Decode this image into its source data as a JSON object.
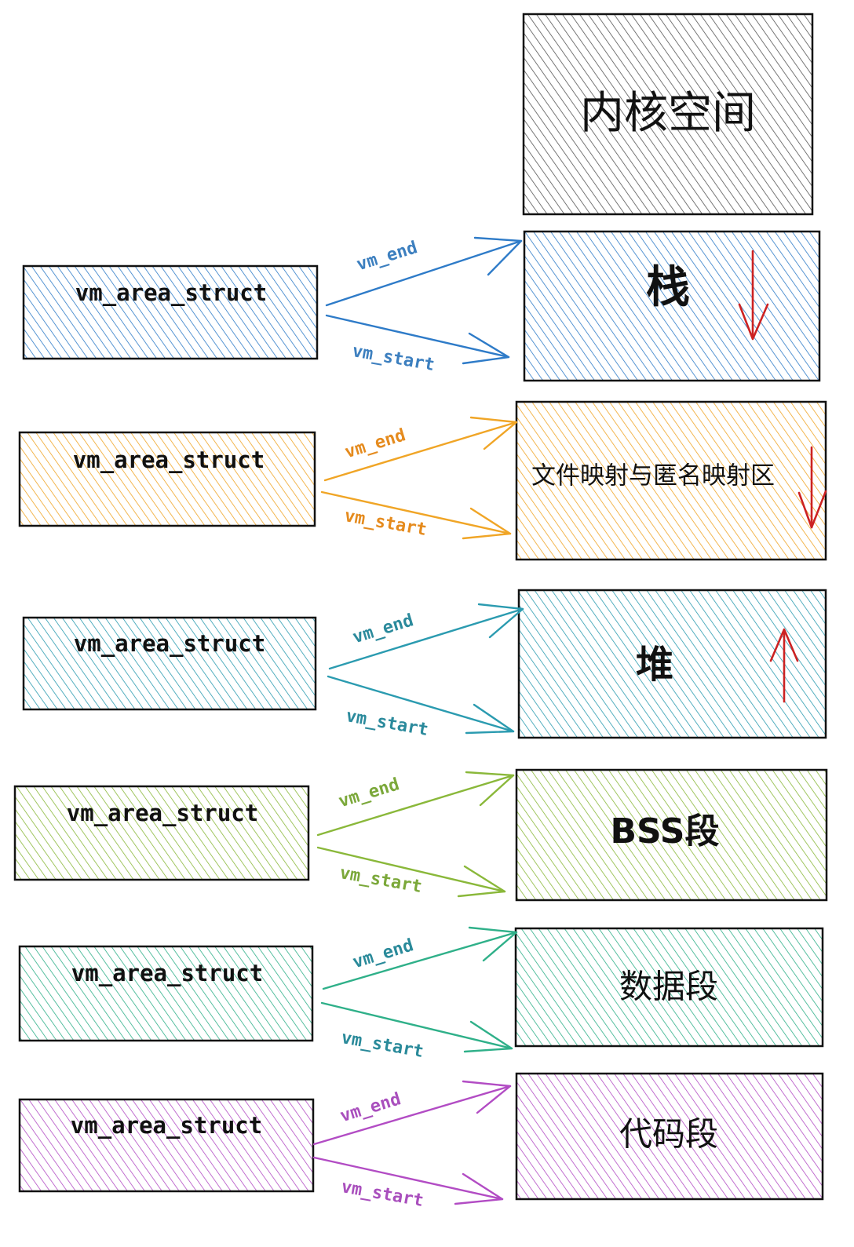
{
  "kernel": {
    "label": "内核空间",
    "color": "#555555"
  },
  "arrow_labels": {
    "end": "vm_end",
    "start": "vm_start"
  },
  "rows": [
    {
      "struct_label": "vm_area_struct",
      "segment_label": "栈",
      "color": "#2e7bc8",
      "label_color": "#3c7fbf",
      "growth": "down"
    },
    {
      "struct_label": "vm_area_struct",
      "segment_label": "文件映射与匿名映射区",
      "color": "#f0a526",
      "label_color": "#e58b1e",
      "growth": "down"
    },
    {
      "struct_label": "vm_area_struct",
      "segment_label": "堆",
      "color": "#2b9bb0",
      "label_color": "#2b8a9c",
      "growth": "up"
    },
    {
      "struct_label": "vm_area_struct",
      "segment_label": "BSS段",
      "color": "#8ab83a",
      "label_color": "#7ba83a",
      "growth": "none"
    },
    {
      "struct_label": "vm_area_struct",
      "segment_label": "数据段",
      "color": "#2fb089",
      "label_color": "#2a8a9a",
      "growth": "none"
    },
    {
      "struct_label": "vm_area_struct",
      "segment_label": "代码段",
      "color": "#b24cc4",
      "label_color": "#a94fbd",
      "growth": "none"
    }
  ],
  "growth_arrow_color": "#cc2222"
}
